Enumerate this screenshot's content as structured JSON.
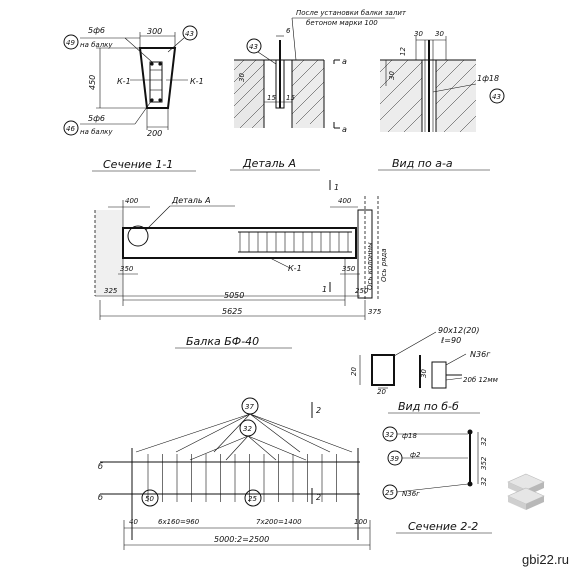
{
  "section_1_1": {
    "title": "Сечение 1-1",
    "top_rebar_callout": "5ф6",
    "top_rebar_note": "на балку",
    "bottom_rebar_callout": "5ф6",
    "bottom_rebar_note": "на балку",
    "dim_top_width": "300",
    "dim_bottom_width": "200",
    "dim_height": "450",
    "frame_label_left": "К-1",
    "frame_label_right": "К-1",
    "marker_top_left": "49",
    "marker_top_right": "43",
    "marker_bottom_left": "46"
  },
  "detail_a": {
    "title": "Деталь А",
    "note_line1": "После установки балки залит",
    "note_line2": "бетоном марки 100",
    "dim_gap": "6",
    "dim_left": "15",
    "dim_right": "15",
    "dim_side": "30",
    "marker": "43",
    "section_mark_top": "а",
    "section_mark_bottom": "а"
  },
  "view_a_a": {
    "title": "Вид по а-а",
    "dim_top_left": "30",
    "dim_top_right": "30",
    "dim_side": "12",
    "dim_height": "30",
    "rebar": "1ф18",
    "marker": "43"
  },
  "beam_bf40": {
    "title": "Балка БФ-40",
    "detail_label": "Деталь А",
    "dim_left_top": "400",
    "dim_right_top": "400",
    "dim_bearing_left": "350",
    "dim_bearing_right": "350",
    "dim_left_end": "325",
    "dim_right_end": "250",
    "dim_span": "5050",
    "dim_total": "5625",
    "dim_right_extra": "375",
    "section_mark": "1",
    "frame_label": "К-1",
    "axis_column_label": "Ось колонны",
    "axis_row_label": "Ось ряда"
  },
  "view_b_b": {
    "title": "Вид по б-б",
    "plate": "90х12(20)",
    "plate_length": "ℓ=90",
    "rebar_code": "N36г",
    "dim_left": "20",
    "dim_mid": "30",
    "dim_right": "20",
    "weld_note": "20б 12мм"
  },
  "frame_k1": {
    "marker_top": "37",
    "marker_mid": "32",
    "marker_left": "50",
    "marker_center": "25",
    "section_mark_top": "2",
    "section_mark_bottom": "2",
    "cut_mark_upper": "б",
    "cut_mark_lower": "б",
    "dim_left_end": "40",
    "dim_right_end": "100",
    "dim_left_group": "6х160=960",
    "dim_right_group": "7х200=1400",
    "dim_total": "5000:2=2500"
  },
  "section_2_2": {
    "title": "Сечение 2-2",
    "marker_top": "32",
    "marker_mid": "39",
    "marker_bottom": "25",
    "rebar_top": "ф18",
    "rebar_mid": "ф2",
    "rebar_bottom": "N36г",
    "dim_top": "32",
    "dim_mid": "352",
    "dim_bottom": "32"
  },
  "footer": {
    "site_url": "gbi22.ru",
    "logo_icon": "stacked-slabs-logo"
  }
}
